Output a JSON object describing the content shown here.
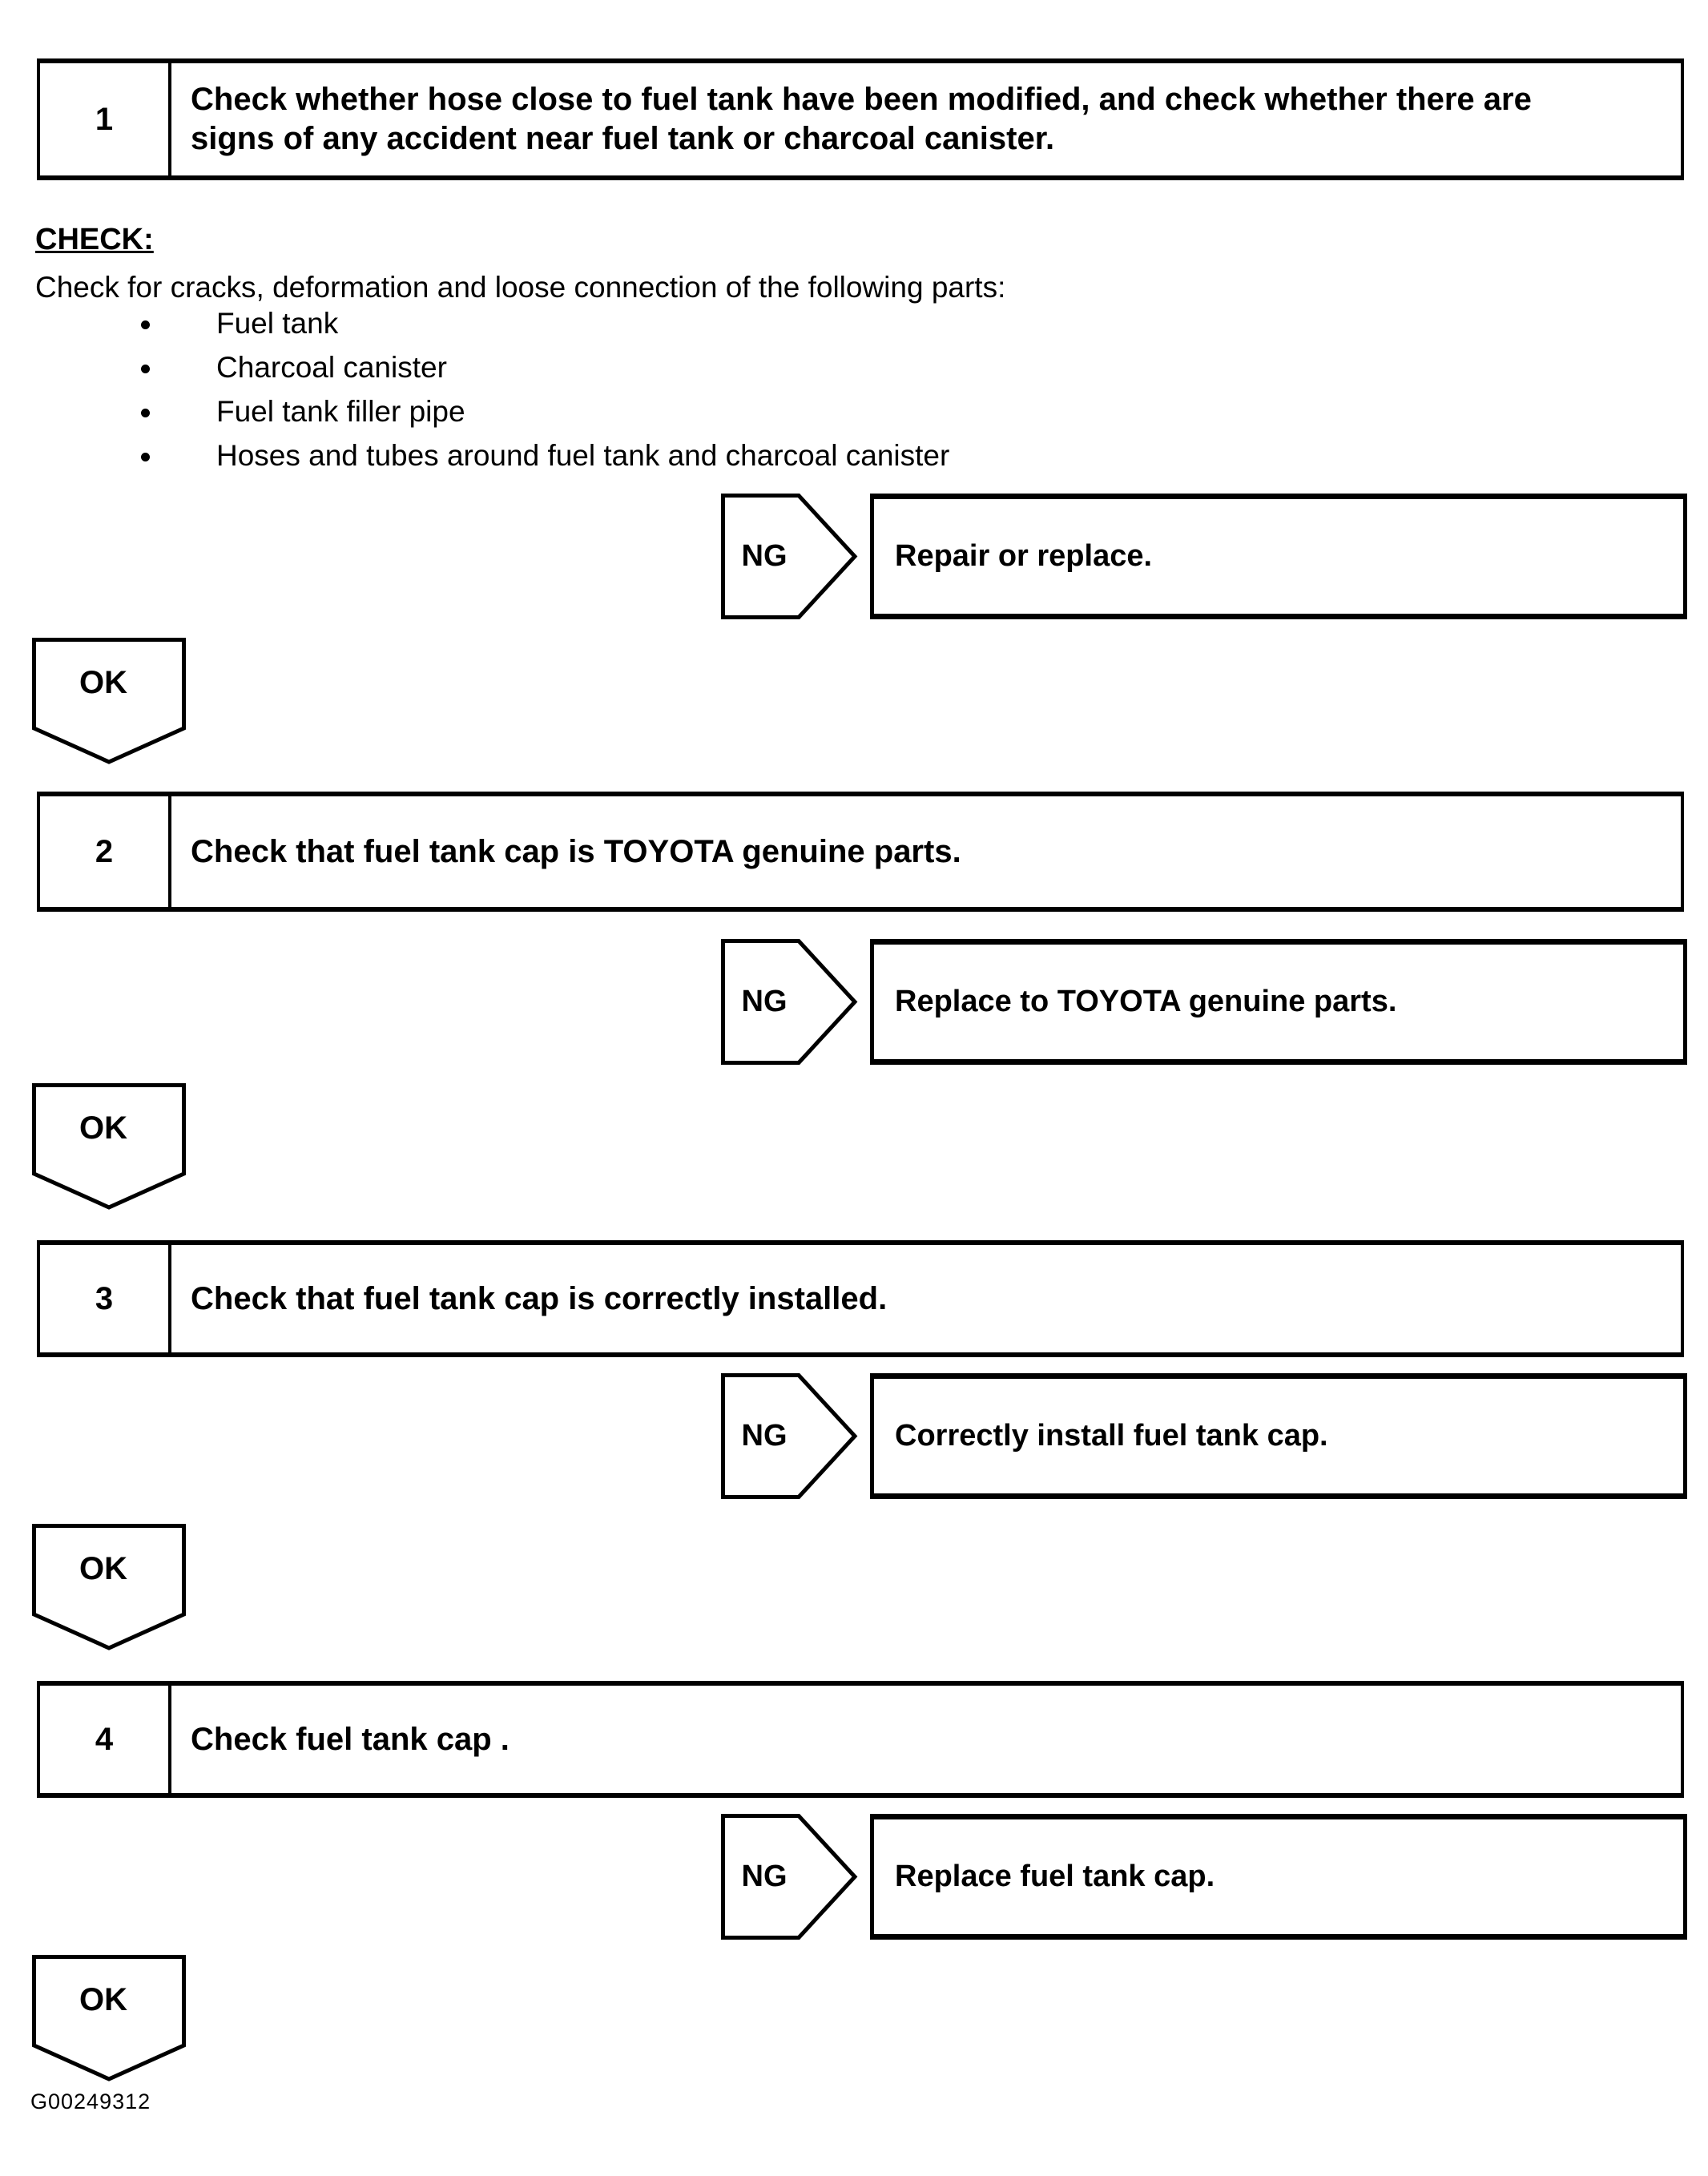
{
  "colors": {
    "ink": "#000000",
    "paper": "#ffffff"
  },
  "labels": {
    "ng": "NG",
    "ok": "OK"
  },
  "check_section": {
    "heading": "CHECK:",
    "intro": "Check for cracks, deformation and loose connection of the following parts:",
    "bullets": [
      "Fuel tank",
      "Charcoal canister",
      "Fuel tank filler pipe",
      "Hoses and tubes around fuel tank and charcoal canister"
    ]
  },
  "steps": [
    {
      "number": "1",
      "title": "Check whether hose close to fuel tank have been modified, and check whether there are signs of any accident near fuel tank or charcoal canister.",
      "ng_action": "Repair or replace."
    },
    {
      "number": "2",
      "title": "Check that fuel tank cap is TOYOTA genuine parts.",
      "ng_action": "Replace to TOYOTA genuine parts."
    },
    {
      "number": "3",
      "title": "Check that fuel tank cap is correctly installed.",
      "ng_action": "Correctly install fuel tank cap."
    },
    {
      "number": "4",
      "title": "Check fuel tank cap .",
      "ng_action": "Replace fuel tank cap."
    }
  ],
  "footer": {
    "figure_code": "G00249312"
  }
}
